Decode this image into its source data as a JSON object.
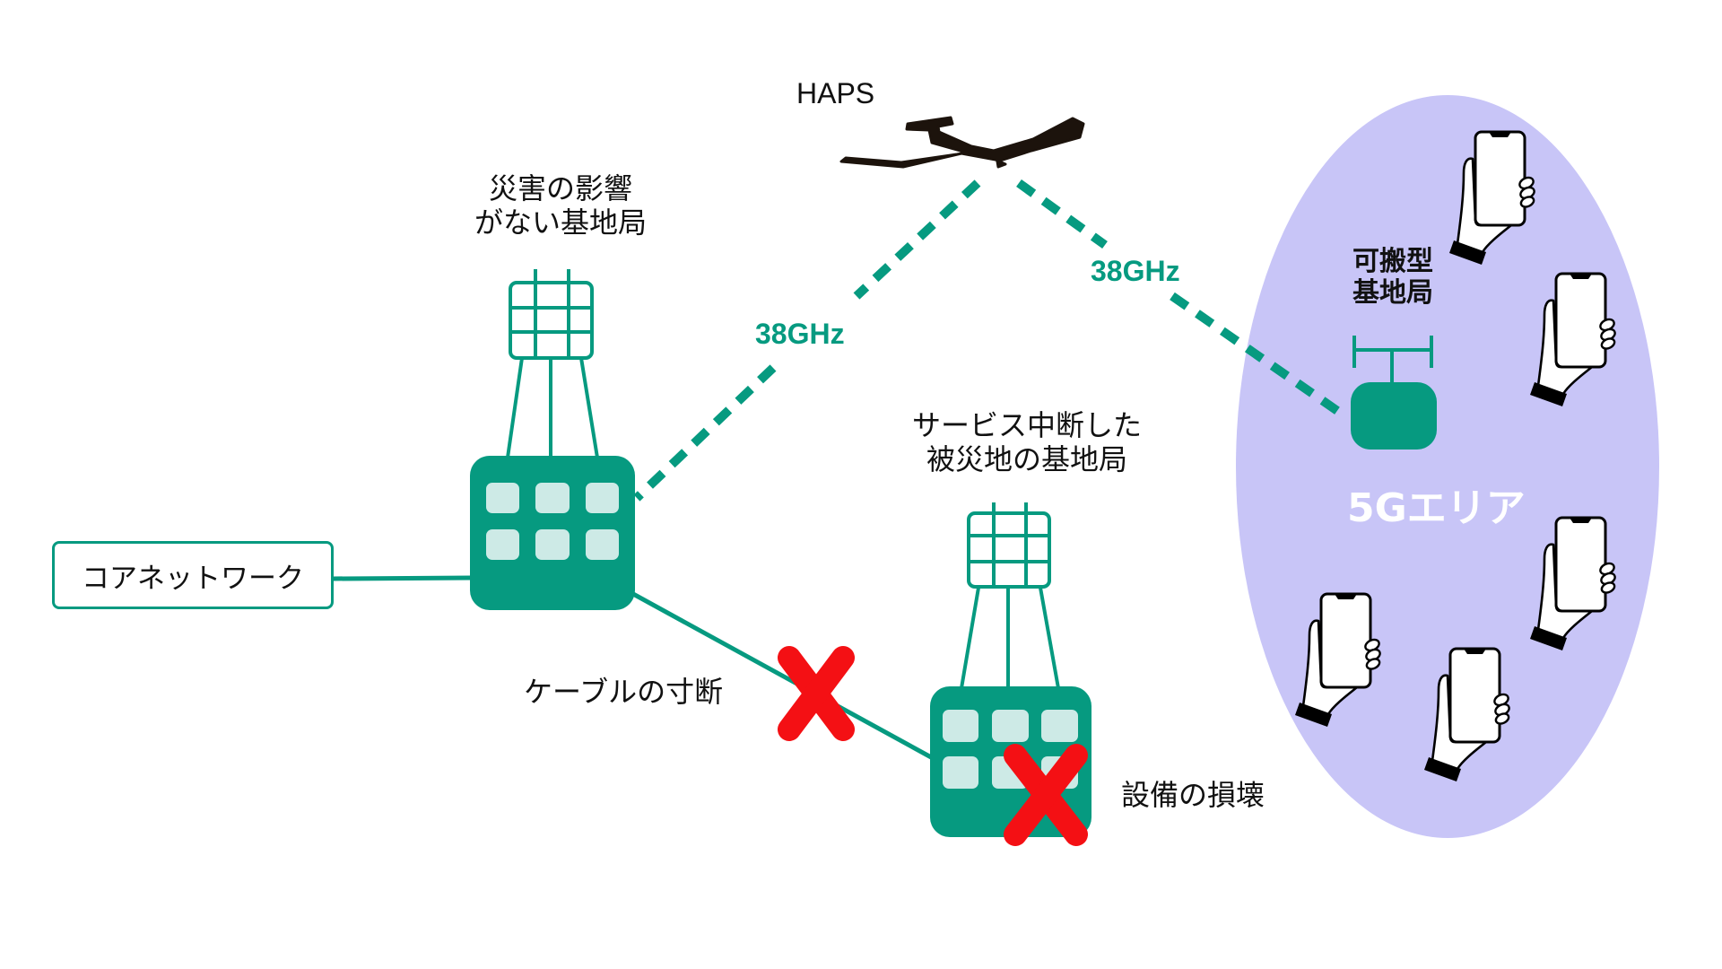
{
  "diagram": {
    "title": "HAPS disaster recovery 5G network",
    "colors": {
      "teal": "#069a80",
      "window": "#cdeae6",
      "area": "#c8c5f7",
      "cross": "#f41014",
      "plane": "#1c130c",
      "text": "#111111"
    },
    "haps": {
      "label": "HAPS",
      "icon": "haps-aircraft-icon"
    },
    "links": [
      {
        "label": "38GHz",
        "from": "haps",
        "to": "unaffected-base-station",
        "style": "dashed"
      },
      {
        "label": "38GHz",
        "from": "haps",
        "to": "portable-base-station",
        "style": "dashed"
      }
    ],
    "core_network": {
      "label": "コアネットワーク"
    },
    "unaffected_station": {
      "label_line1": "災害の影響",
      "label_line2": "がない基地局",
      "icon": "base-station-icon"
    },
    "damaged_station": {
      "label_line1": "サービス中断した",
      "label_line2": "被災地の基地局",
      "icon": "base-station-icon"
    },
    "cable_cut": {
      "label": "ケーブルの寸断",
      "icon": "cross-icon"
    },
    "equipment_damage": {
      "label": "設備の損壊",
      "icon": "cross-icon"
    },
    "portable_station": {
      "label_line1": "可搬型",
      "label_line2": "基地局",
      "icon": "portable-base-station-icon"
    },
    "area_5g": {
      "label": "5Gエリア",
      "devices": 5,
      "device_icon": "smartphone-in-hand-icon"
    }
  }
}
